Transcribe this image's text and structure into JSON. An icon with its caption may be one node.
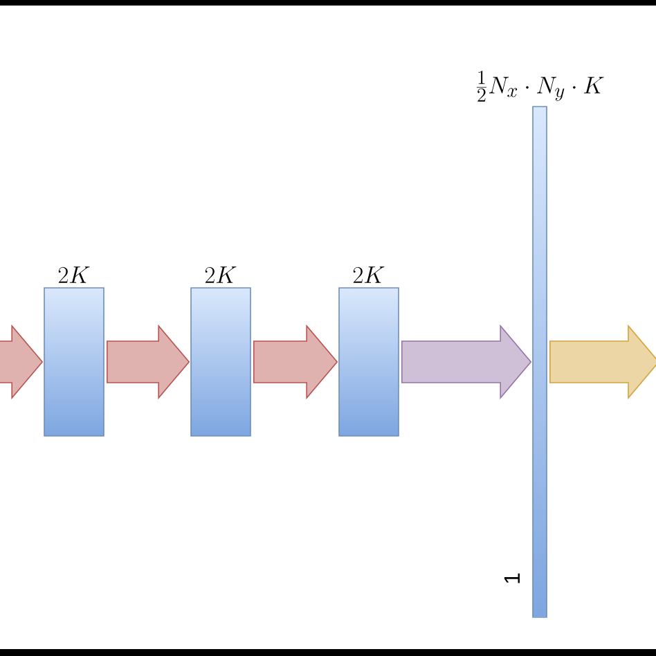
{
  "diagram": {
    "nodes": [
      {
        "text": [
          "2K"
        ]
      },
      {
        "text": [
          "2K"
        ]
      },
      {
        "text": [
          "2K"
        ]
      },
      {
        "text": [
          "\\frac{1}{2}N_x\\cdot N_y\\cdot K"
        ],
        "beside": [
          "1"
        ]
      }
    ],
    "edges": [
      {
        "from": null,
        "to": 0,
        "arrow": "to"
      },
      {
        "from": 0,
        "to": 1,
        "arrow": "to"
      },
      {
        "from": 1,
        "to": 2,
        "arrow": "to"
      },
      {
        "from": 2,
        "to": 3,
        "arrow": "to",
        "color": "#9673a6"
      },
      {
        "from": 3,
        "to": null,
        "arrow": "to",
        "color": "#d6a33a"
      }
    ]
  }
}
